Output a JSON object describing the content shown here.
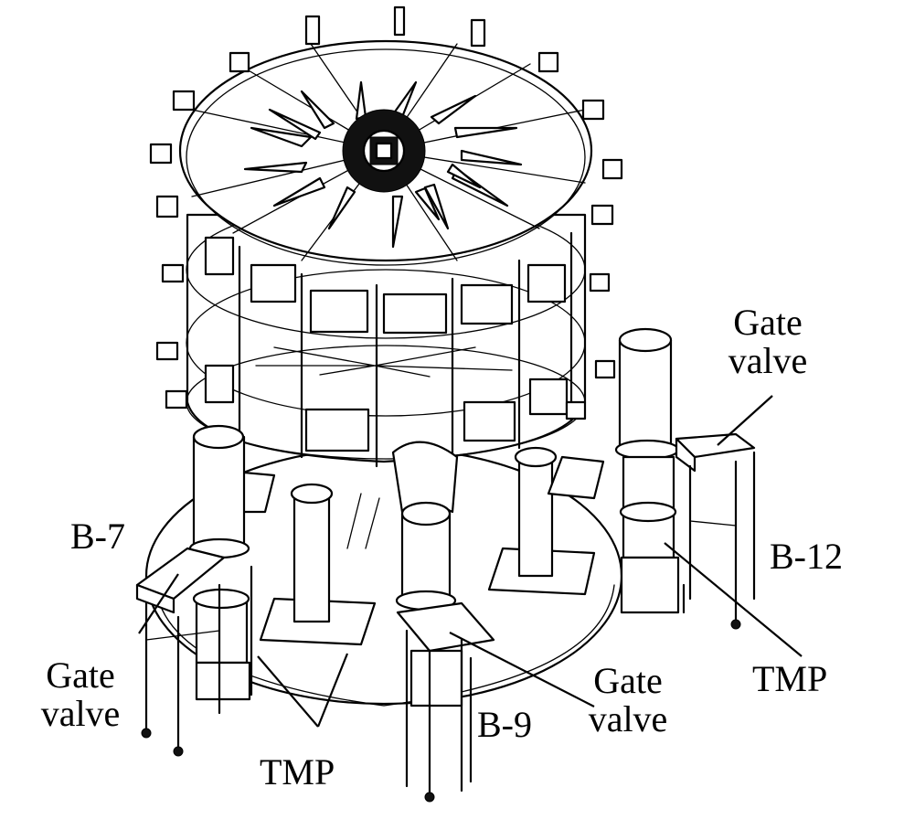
{
  "labels": {
    "gate_valve_right": "Gate\nvalve",
    "gate_valve_left": "Gate\nvalve",
    "gate_valve_center": "Gate\nvalve",
    "b7": "B-7",
    "b9": "B-9",
    "b12": "B-12",
    "tmp_right": "TMP",
    "tmp_bottom": "TMP"
  },
  "colors": {
    "line": "#000000",
    "background": "#ffffff"
  }
}
